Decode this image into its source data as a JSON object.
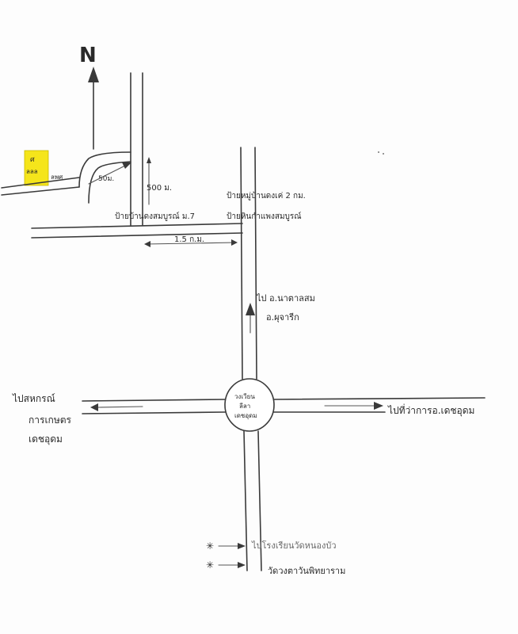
{
  "map": {
    "north_label": "N",
    "colors": {
      "ink": "#3a3a3a",
      "highlight": "#f5e51b",
      "paper": "#fdfdfd"
    },
    "destination_box": {
      "line1": "ศ",
      "line2": "ลลล"
    },
    "labels": {
      "entrance_left": "ลพศ",
      "entrance_right": "50ม.",
      "distance_north": "500 ม.",
      "landmark_top_left": "ป้ายบ้านดงสมบูรณ์ ม.7",
      "landmark_top_right_1": "ป้ายหมู่บ้านดงเค่ 2 กม.",
      "landmark_top_right_2": "ป้ายหินกำแพงสมบูรณ์",
      "distance_east": "1.5 ก.ม.",
      "direction_north_1": "ไป อ.นาตาลสม",
      "direction_north_2": "อ.ผุจารีก",
      "direction_west_1": "ไปสหกรณ์",
      "direction_west_2": "การเกษตร",
      "direction_west_3": "เดชอุดม",
      "direction_east": "ไปที่ว่าการอ.เดชอุดม",
      "roundabout_1": "วงเวียน",
      "roundabout_2": "ลีลา",
      "roundabout_3": "เดชอุดม",
      "direction_south_1": "ไปโรงเรียนวัดหนองบัว",
      "direction_south_2": "วัดวงตาวันพิทยาราม"
    }
  }
}
